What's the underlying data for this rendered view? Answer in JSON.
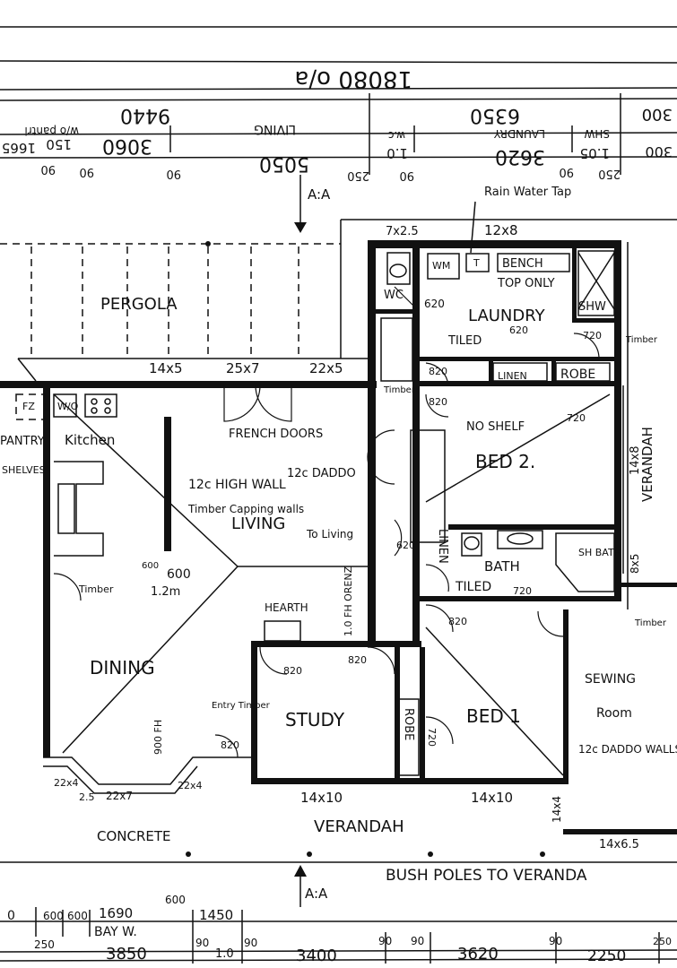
{
  "top_dims": {
    "overall_mirrored": "18080 o/a",
    "row1_mirrored": [
      "9440",
      "6350",
      "300"
    ],
    "row2_mirrored": [
      "3060",
      "150",
      "1665",
      "w/o pantri",
      "5050",
      "LIVING",
      "1.0",
      "w.c",
      "3620",
      "LAUNDRY",
      "1.05",
      "SHW",
      "300"
    ],
    "row3_mirrored": [
      "90",
      "90",
      "90",
      "250",
      "90",
      "90",
      "250"
    ]
  },
  "section_marks": {
    "top": "A:A",
    "bottom": "A:A"
  },
  "labels": {
    "rain_water_tap": "Rain Water Tap",
    "pergola": "PERGOLA",
    "dim_14x5": "14x5",
    "dim_25x7": "25x7",
    "dim_22x5": "22x5",
    "dim_7x25": "7x2.5",
    "dim_12x8": "12x8",
    "wm": "WM",
    "t": "T",
    "bench": "BENCH",
    "top_only": "TOP ONLY",
    "wc": "WC",
    "d620a": "620",
    "laundry": "LAUNDRY",
    "tiled1": "TILED",
    "d620b": "620",
    "shw": "SHW",
    "d720a": "720",
    "timber_r1": "Timber",
    "d820a": "820",
    "linen": "LINEN",
    "robe": "ROBE",
    "d720b": "720",
    "timber_c": "Timber",
    "d820b": "820",
    "fz": "FZ",
    "wo": "W/O",
    "kitchen": "Kitchen",
    "pantry": "PANTRY",
    "shelves": "SHELVES",
    "french_doors": "FRENCH DOORS",
    "high_wall": "12c HIGH WALL",
    "timber_capping": "Timber Capping walls",
    "dado_12c": "12c DADDO",
    "living": "LIVING",
    "to_living": "To Living",
    "no_shelf": "NO SHELF",
    "bed2": "BED 2.",
    "verandah_r": "VERANDAH",
    "dim_14x8": "14x8",
    "linen_vert": "LINEN",
    "d620c": "620",
    "bath": "BATH",
    "tiled2": "TILED",
    "d720c": "720",
    "sh_bath": "SH BATH",
    "dim_8x5": "8x5",
    "d600a": "600",
    "d600b": "600",
    "d1_2m": "1.2m",
    "timber_d": "Timber",
    "fh_oren": "1.0 FH ORENZ",
    "hearth": "HEARTH",
    "d820c": "820",
    "d820d": "820",
    "d820e": "820",
    "timber_e": "Timber",
    "dining": "DINING",
    "sewing": "SEWING",
    "room": "Room",
    "dado_12c_b": "12c DADDO WALLS",
    "entry_timber": "Entry Timber",
    "fh_900": "900 FH",
    "d820f": "820",
    "study": "STUDY",
    "robe_vert": "ROBE",
    "d720d": "720",
    "bed1": "BED 1",
    "d22x4": "22x4",
    "d2_5": "2.5",
    "d22x7": "22x7",
    "d22x4b": "22x4",
    "dim_14x10a": "14x10",
    "dim_14x10b": "14x10",
    "dim_14x4": "14x4",
    "concrete": "CONCRETE",
    "verandah_b": "VERANDAH",
    "dim_14x65": "14x6.5",
    "bush_poles": "BUSH POLES TO VERANDA"
  },
  "bottom_dims": {
    "row1": [
      "0",
      "600",
      "600",
      "1690",
      "600",
      "1450"
    ],
    "bay": "BAY W.",
    "row2": [
      "250",
      "3850",
      "90",
      "1.0",
      "90",
      "3400",
      "90",
      "90",
      "3620",
      "90",
      "2250",
      "250"
    ]
  }
}
